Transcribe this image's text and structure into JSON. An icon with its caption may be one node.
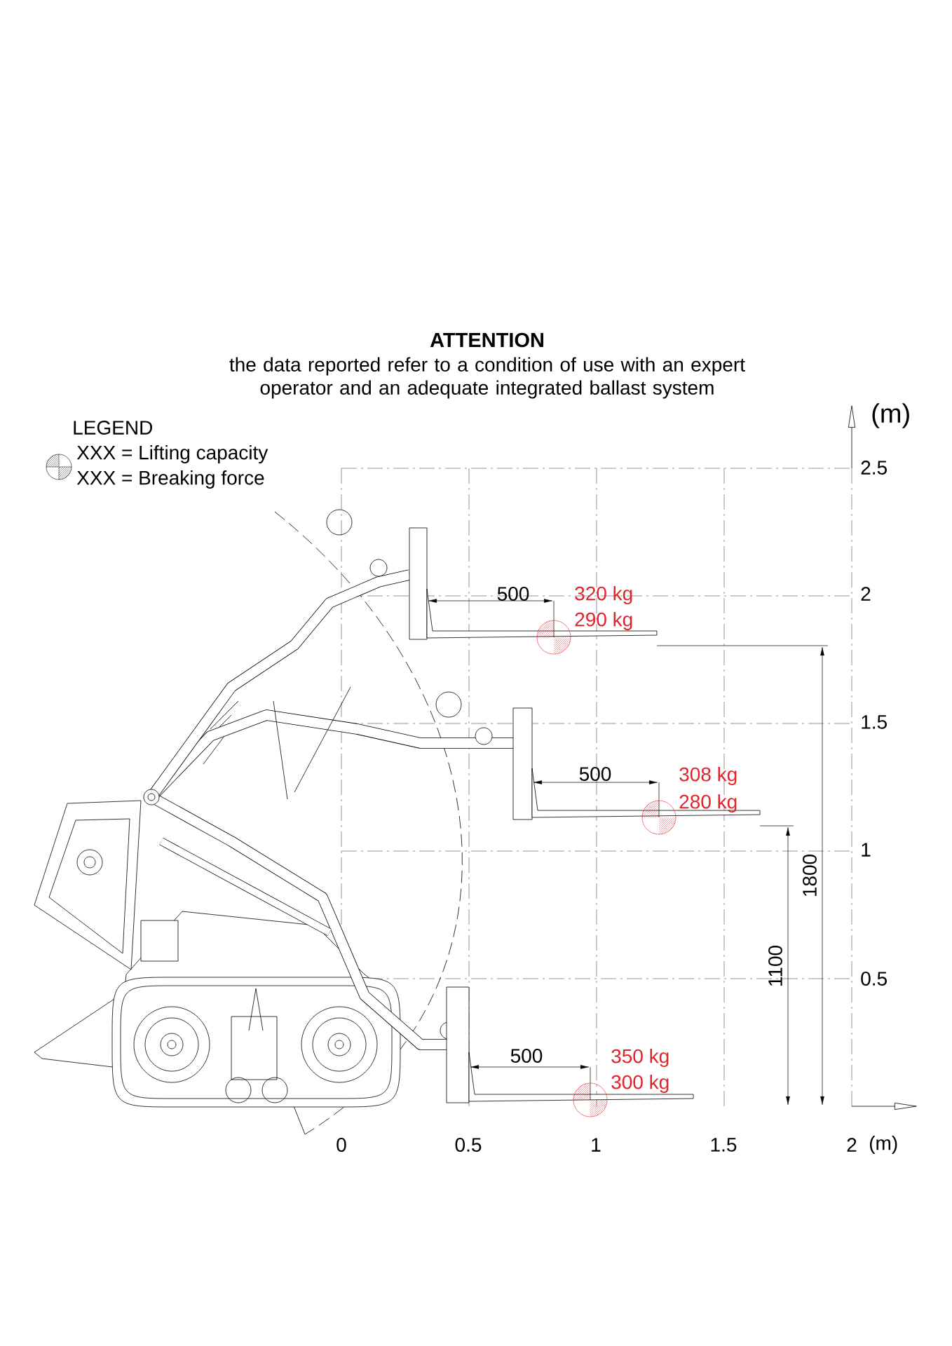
{
  "diagram": {
    "title": "ATTENTION",
    "labels": [
      "the data reported refer to a condition of use with an expert operator and an adequate integrated ballast system",
      "(m)",
      "LEGEND",
      "2.5",
      "500",
      "320 kg",
      "2",
      "290 kg",
      "1.5",
      "500",
      "308 kg",
      "280 kg",
      "1",
      "1800",
      "1100",
      "0.5",
      "500",
      "350 kg",
      "300 kg",
      "0",
      "0.5",
      "1",
      "1.5",
      "2",
      "(m)"
    ],
    "legend": [
      {
        "text": "XXX = Lifting capacity"
      },
      {
        "text": "XXX = Breaking force"
      }
    ]
  }
}
